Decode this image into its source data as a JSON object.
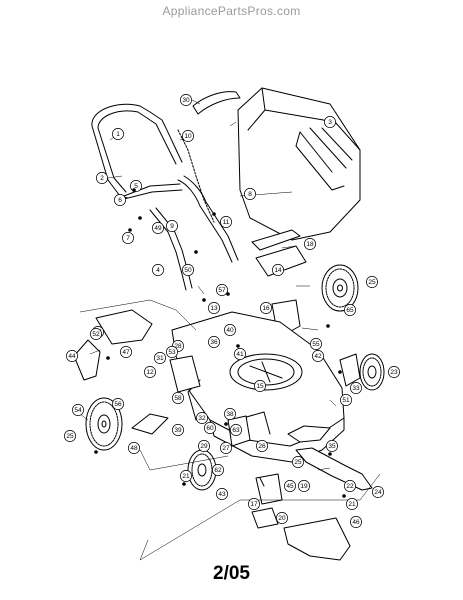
{
  "watermark": "AppliancePartsPros.com",
  "footer_code": "2/05",
  "callouts": [
    {
      "id": "c1",
      "text": "1"
    },
    {
      "id": "c2",
      "text": "2"
    },
    {
      "id": "c3",
      "text": "3"
    },
    {
      "id": "c4",
      "text": "4"
    },
    {
      "id": "c5",
      "text": "5"
    },
    {
      "id": "c6",
      "text": "6"
    },
    {
      "id": "c7",
      "text": "7"
    },
    {
      "id": "c8",
      "text": "8"
    },
    {
      "id": "c9",
      "text": "9"
    },
    {
      "id": "c10",
      "text": "10"
    },
    {
      "id": "c11",
      "text": "11"
    },
    {
      "id": "c12",
      "text": "12"
    },
    {
      "id": "c13",
      "text": "13"
    },
    {
      "id": "c14",
      "text": "14"
    },
    {
      "id": "c15",
      "text": "15"
    },
    {
      "id": "c16",
      "text": "16"
    },
    {
      "id": "c17",
      "text": "17"
    },
    {
      "id": "c18",
      "text": "18"
    },
    {
      "id": "c19",
      "text": "19"
    },
    {
      "id": "c20",
      "text": "20"
    },
    {
      "id": "c21a",
      "text": "21"
    },
    {
      "id": "c21b",
      "text": "21"
    },
    {
      "id": "c22",
      "text": "22"
    },
    {
      "id": "c23",
      "text": "23"
    },
    {
      "id": "c24",
      "text": "24"
    },
    {
      "id": "c25a",
      "text": "25"
    },
    {
      "id": "c25b",
      "text": "25"
    },
    {
      "id": "c25c",
      "text": "25"
    },
    {
      "id": "c26",
      "text": "26"
    },
    {
      "id": "c27",
      "text": "27"
    },
    {
      "id": "c28",
      "text": "28"
    },
    {
      "id": "c29",
      "text": "29"
    },
    {
      "id": "c30",
      "text": "30"
    },
    {
      "id": "c31",
      "text": "31"
    },
    {
      "id": "c32",
      "text": "32"
    },
    {
      "id": "c33",
      "text": "33"
    },
    {
      "id": "c35",
      "text": "35"
    },
    {
      "id": "c36",
      "text": "36"
    },
    {
      "id": "c37",
      "text": "37"
    },
    {
      "id": "c38",
      "text": "38"
    },
    {
      "id": "c39",
      "text": "39"
    },
    {
      "id": "c40",
      "text": "40"
    },
    {
      "id": "c41",
      "text": "41"
    },
    {
      "id": "c42",
      "text": "42"
    },
    {
      "id": "c43",
      "text": "43"
    },
    {
      "id": "c44",
      "text": "44"
    },
    {
      "id": "c45",
      "text": "45"
    },
    {
      "id": "c46",
      "text": "46"
    },
    {
      "id": "c47",
      "text": "47"
    },
    {
      "id": "c48",
      "text": "48"
    },
    {
      "id": "c49",
      "text": "49"
    },
    {
      "id": "c50",
      "text": "50"
    },
    {
      "id": "c51",
      "text": "51"
    },
    {
      "id": "c52",
      "text": "52"
    },
    {
      "id": "c53",
      "text": "53"
    },
    {
      "id": "c54",
      "text": "54"
    },
    {
      "id": "c55",
      "text": "55"
    },
    {
      "id": "c56",
      "text": "56"
    },
    {
      "id": "c57",
      "text": "57"
    },
    {
      "id": "c58",
      "text": "58"
    },
    {
      "id": "c60",
      "text": "60"
    },
    {
      "id": "c62",
      "text": "62"
    },
    {
      "id": "c63",
      "text": "63"
    },
    {
      "id": "c65",
      "text": "65"
    }
  ]
}
